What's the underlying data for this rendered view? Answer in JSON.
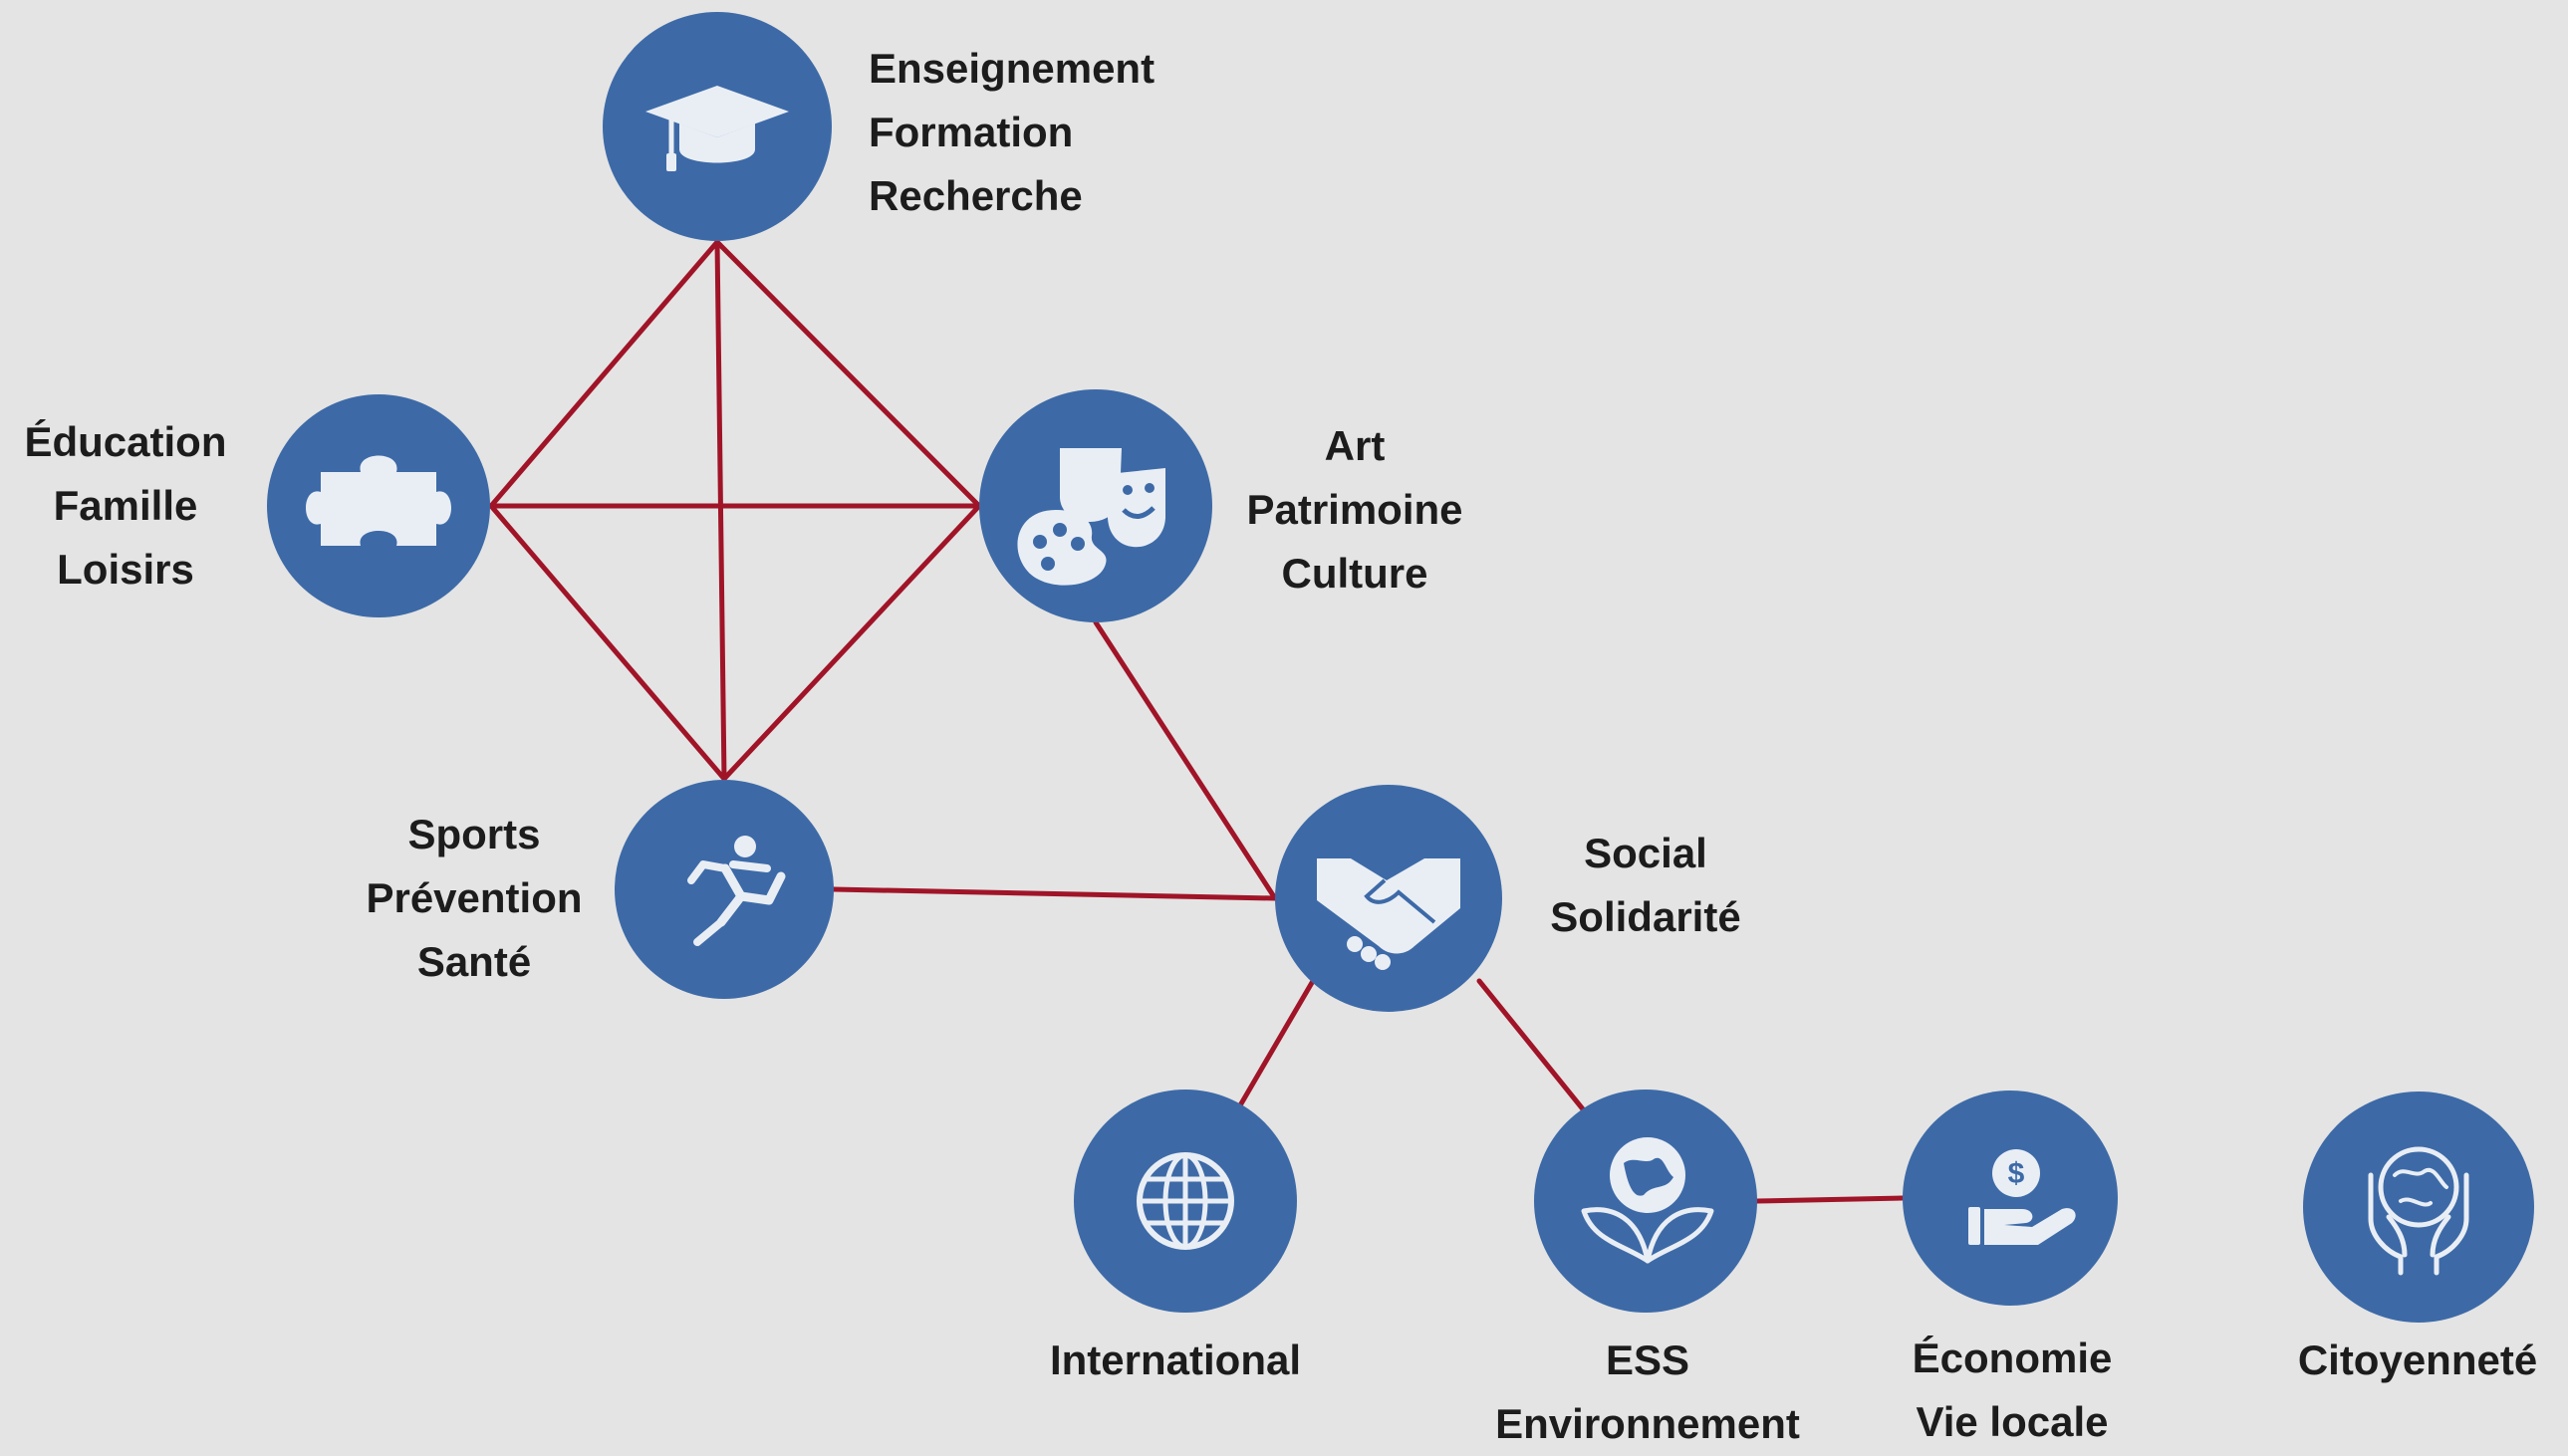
{
  "nodes": [
    {
      "id": "enseignement",
      "lines": [
        "Enseignement",
        "Formation",
        "Recherche"
      ],
      "icon": "graduation-cap-icon"
    },
    {
      "id": "education",
      "lines": [
        "Éducation",
        "Famille",
        "Loisirs"
      ],
      "icon": "puzzle-piece-icon"
    },
    {
      "id": "art",
      "lines": [
        "Art",
        "Patrimoine",
        "Culture"
      ],
      "icon": "theater-masks-palette-icon"
    },
    {
      "id": "sports",
      "lines": [
        "Sports",
        "Prévention",
        "Santé"
      ],
      "icon": "runner-icon"
    },
    {
      "id": "social",
      "lines": [
        "Social",
        "Solidarité"
      ],
      "icon": "handshake-icon"
    },
    {
      "id": "international",
      "lines": [
        "International"
      ],
      "icon": "globe-grid-icon"
    },
    {
      "id": "ess",
      "lines": [
        "ESS",
        "Environnement"
      ],
      "icon": "earth-leaves-icon"
    },
    {
      "id": "economie",
      "lines": [
        "Économie",
        "Vie locale"
      ],
      "icon": "hand-coin-icon"
    },
    {
      "id": "citoyennete",
      "lines": [
        "Citoyenneté"
      ],
      "icon": "hands-globe-icon"
    }
  ],
  "edges": [
    [
      "enseignement",
      "education"
    ],
    [
      "enseignement",
      "art"
    ],
    [
      "enseignement",
      "sports"
    ],
    [
      "education",
      "art"
    ],
    [
      "education",
      "sports"
    ],
    [
      "art",
      "sports"
    ],
    [
      "art",
      "social"
    ],
    [
      "sports",
      "social"
    ],
    [
      "social",
      "international"
    ],
    [
      "social",
      "ess"
    ],
    [
      "ess",
      "economie"
    ]
  ],
  "colors": {
    "node_fill": "#3d6aa7",
    "edge": "#a01428",
    "background": "#e4e4e4",
    "text": "#1c1c1c"
  }
}
